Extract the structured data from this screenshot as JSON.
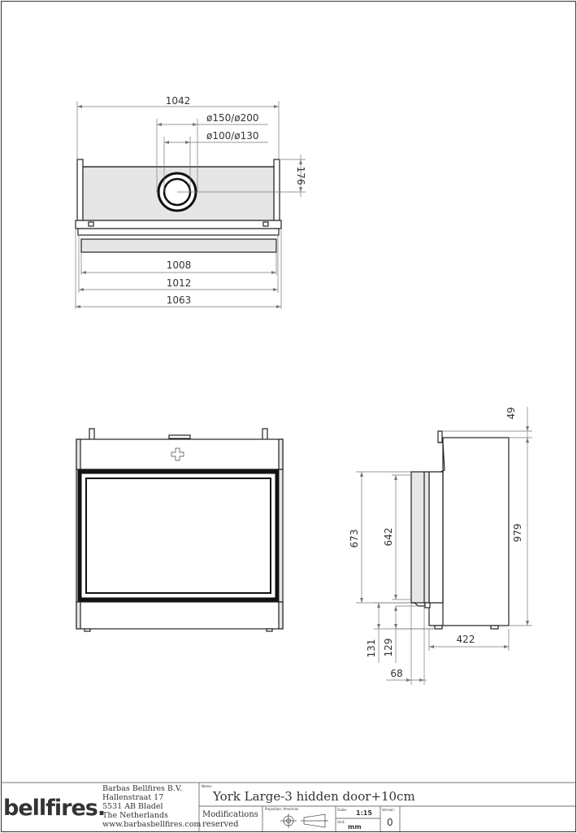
{
  "top_view": {
    "dims": {
      "overall_width": "1042",
      "flue_outer": "ø150/ø200",
      "flue_inner": "ø100/ø130",
      "flue_offset": "176",
      "width_a": "1008",
      "width_b": "1012",
      "width_c": "1063"
    }
  },
  "side_view": {
    "dims": {
      "top_offset": "49",
      "total_height": "979",
      "opening_outer": "673",
      "opening_inner": "642",
      "base_a": "131",
      "base_b": "129",
      "depth": "422",
      "front_offset": "68"
    }
  },
  "title_block": {
    "logo": "bellfires.",
    "company": "Barbas Bellfires B.V.",
    "street": "Hallenstraat 17",
    "city": "5531 AB Bladel",
    "country": "The Netherlands",
    "website": "www.barbasbellfires.com",
    "name_label": "Name:",
    "product_name": "York Large-3 hidden door+10cm",
    "modifications_line1": "Modifications",
    "modifications_line2": "reserved",
    "projection_label": "Projection: American",
    "scale_label": "Scale:",
    "scale_value": "1:15",
    "version_label": "Version:",
    "version_value": "0",
    "unit_label": "Unit:",
    "unit_value": "mm"
  }
}
